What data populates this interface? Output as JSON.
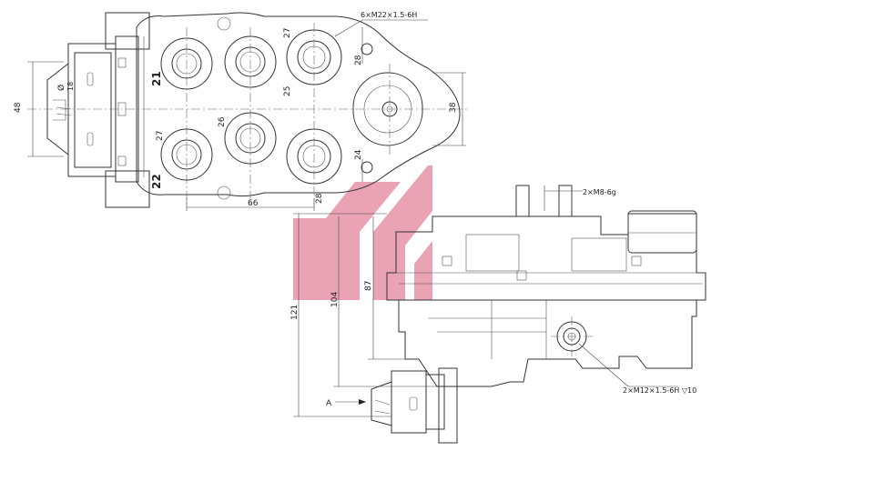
{
  "top_view": {
    "callout_ports": "6×M22×1.5-6H",
    "dim_48": "48",
    "dim_38": "38",
    "dim_66": "66",
    "dim_26": "26",
    "dim_25": "25",
    "dim_27a": "27",
    "dim_27b": "27",
    "dim_28a": "28",
    "dim_28b": "28",
    "dim_24": "24",
    "port_21": "21",
    "port_22": "22",
    "phi": "Ø",
    "small_label": "18"
  },
  "front_view": {
    "callout_studs": "2×M8-6g",
    "callout_mount": "2×M12×1.5-6H ▽10",
    "dim_121": "121",
    "dim_104": "104",
    "dim_87": "87",
    "view_arrow": "A"
  },
  "watermark": {
    "color": "#d9587a"
  }
}
